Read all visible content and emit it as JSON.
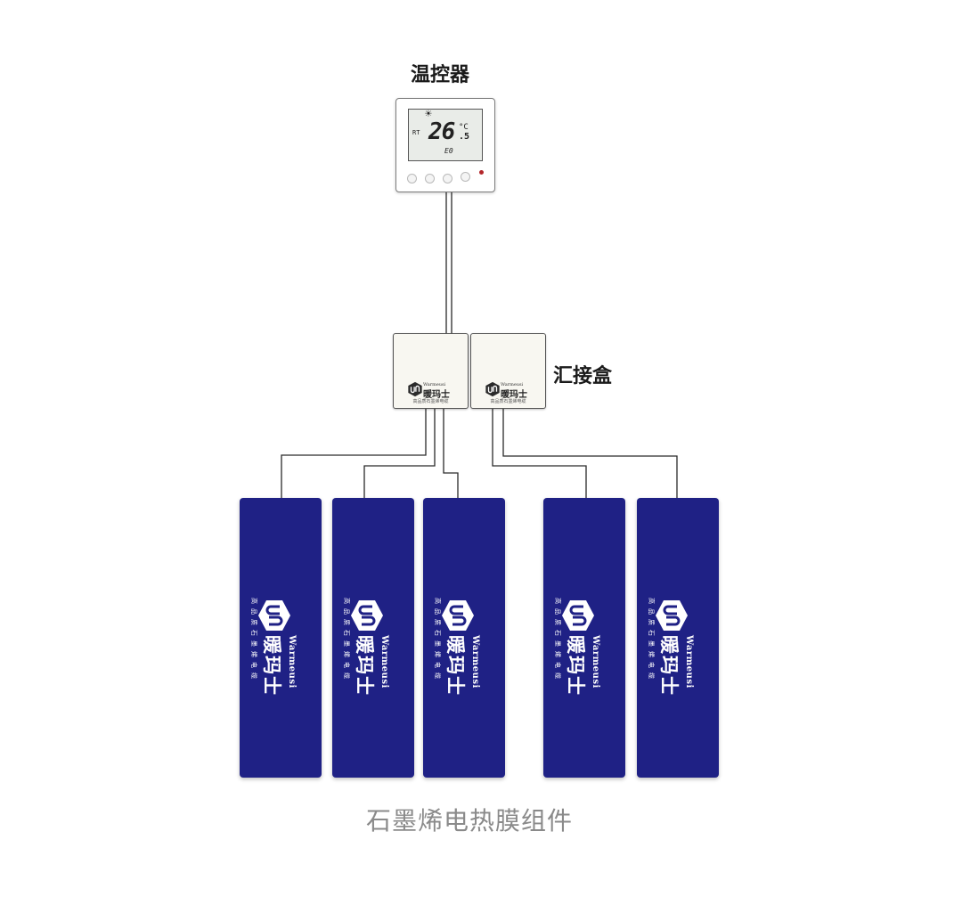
{
  "labels": {
    "thermostat": "温控器",
    "junction_box": "汇接盒",
    "caption": "石墨烯电热膜组件"
  },
  "thermostat": {
    "display_temp": "26",
    "display_decimal": ".5",
    "display_unit": "°C",
    "display_rt": "RT",
    "display_mode": "E0",
    "display_icon": "sun-icon"
  },
  "brand": {
    "name_en": "Warmeusi",
    "name_cn": "暖玛士",
    "tagline": "高品质石墨烯电缆"
  },
  "colors": {
    "panel": "#1f2185",
    "wire": "#2a2a2a",
    "junction_box": "#f8f7f1"
  }
}
